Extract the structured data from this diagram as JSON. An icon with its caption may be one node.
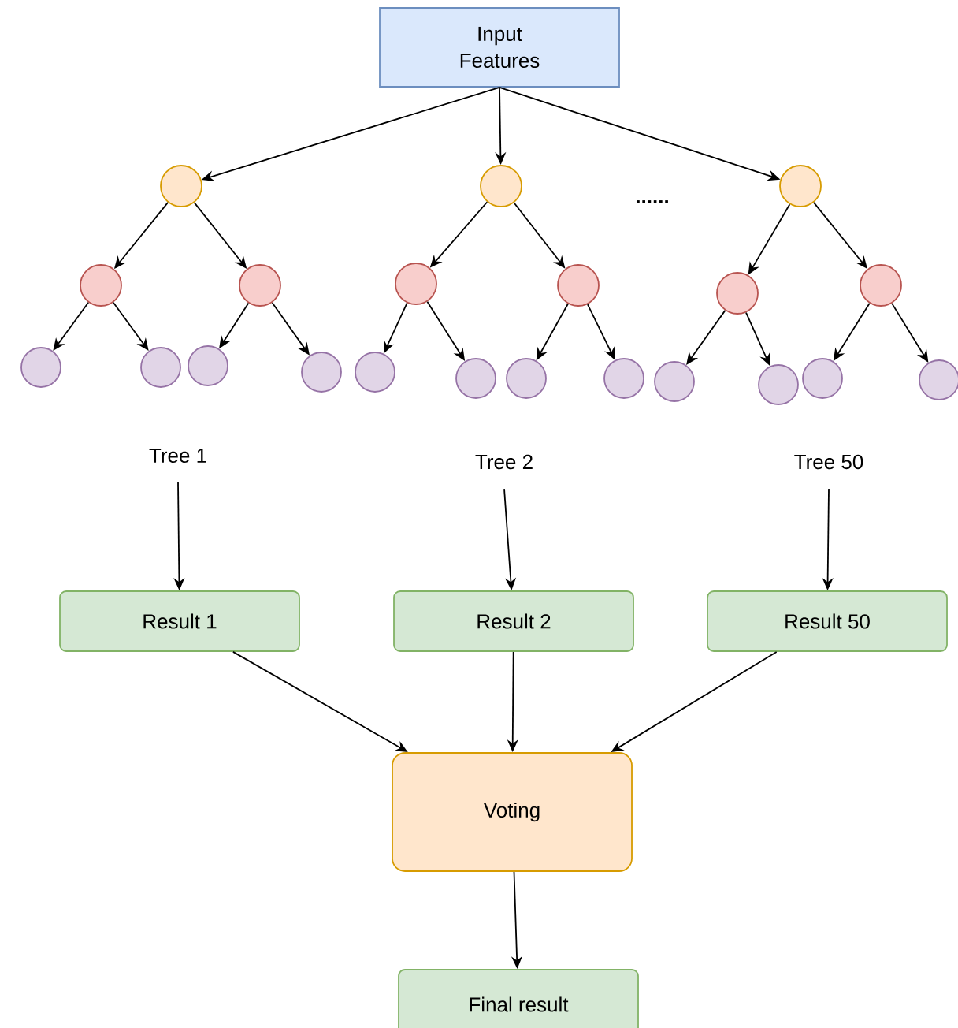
{
  "diagram": {
    "nodes": [
      {
        "text": [
          "Input Features"
        ]
      },
      {
        "text": [],
        "shape": "circle"
      },
      {
        "text": [],
        "shape": "circle"
      },
      {
        "text": [],
        "shape": "circle"
      },
      {
        "text": [],
        "shape": "circle"
      },
      {
        "text": [],
        "shape": "circle"
      },
      {
        "text": [],
        "shape": "circle"
      },
      {
        "text": [],
        "shape": "circle"
      },
      {
        "text": [],
        "shape": "circle"
      },
      {
        "text": [],
        "shape": "circle"
      },
      {
        "text": [],
        "shape": "circle"
      },
      {
        "text": [],
        "shape": "circle"
      },
      {
        "text": [],
        "shape": "circle"
      },
      {
        "text": [],
        "shape": "circle"
      },
      {
        "text": [],
        "shape": "circle"
      },
      {
        "text": [],
        "shape": "circle"
      },
      {
        "text": [],
        "shape": "circle"
      },
      {
        "text": [],
        "shape": "circle"
      },
      {
        "text": [],
        "shape": "circle"
      },
      {
        "text": [],
        "shape": "circle"
      },
      {
        "text": [],
        "shape": "circle"
      },
      {
        "text": [],
        "shape": "circle"
      },
      {
        "text": [
          "Tree 1"
        ]
      },
      {
        "text": [
          "Tree 2"
        ]
      },
      {
        "text": [
          "Tree 50"
        ]
      },
      {
        "text": [
          "Result 1"
        ]
      },
      {
        "text": [
          "Result 2"
        ]
      },
      {
        "text": [
          "Result 50"
        ]
      },
      {
        "text": [
          "Voting"
        ]
      },
      {
        "text": [
          "Final result"
        ]
      }
    ],
    "edges": [
      {
        "from": 0,
        "to": 1,
        "arrow": "to"
      },
      {
        "from": 0,
        "to": 2,
        "arrow": "to"
      },
      {
        "from": 0,
        "to": 3,
        "arrow": "to"
      },
      {
        "from": 1,
        "to": 4,
        "arrow": "to"
      },
      {
        "from": 1,
        "to": 5,
        "arrow": "to"
      },
      {
        "from": 2,
        "to": 6,
        "arrow": "to"
      },
      {
        "from": 2,
        "to": 7,
        "arrow": "to"
      },
      {
        "from": 3,
        "to": 8,
        "arrow": "to"
      },
      {
        "from": 3,
        "to": 9,
        "arrow": "to"
      },
      {
        "from": 4,
        "to": 10,
        "arrow": "to"
      },
      {
        "from": 4,
        "to": 11,
        "arrow": "to"
      },
      {
        "from": 5,
        "to": 12,
        "arrow": "to"
      },
      {
        "from": 5,
        "to": 13,
        "arrow": "to"
      },
      {
        "from": 6,
        "to": 14,
        "arrow": "to"
      },
      {
        "from": 6,
        "to": 15,
        "arrow": "to"
      },
      {
        "from": 7,
        "to": 16,
        "arrow": "to"
      },
      {
        "from": 7,
        "to": 17,
        "arrow": "to"
      },
      {
        "from": 8,
        "to": 18,
        "arrow": "to"
      },
      {
        "from": 8,
        "to": 19,
        "arrow": "to"
      },
      {
        "from": 9,
        "to": 20,
        "arrow": "to"
      },
      {
        "from": 9,
        "to": 21,
        "arrow": "to"
      },
      {
        "from": 22,
        "to": 25,
        "arrow": "to"
      },
      {
        "from": 23,
        "to": 26,
        "arrow": "to"
      },
      {
        "from": 24,
        "to": 27,
        "arrow": "to"
      },
      {
        "from": 25,
        "to": 28,
        "arrow": "to"
      },
      {
        "from": 26,
        "to": 28,
        "arrow": "to"
      },
      {
        "from": 27,
        "to": 28,
        "arrow": "to"
      },
      {
        "from": 28,
        "to": 29,
        "arrow": "to"
      }
    ],
    "labels": [
      "......"
    ]
  }
}
